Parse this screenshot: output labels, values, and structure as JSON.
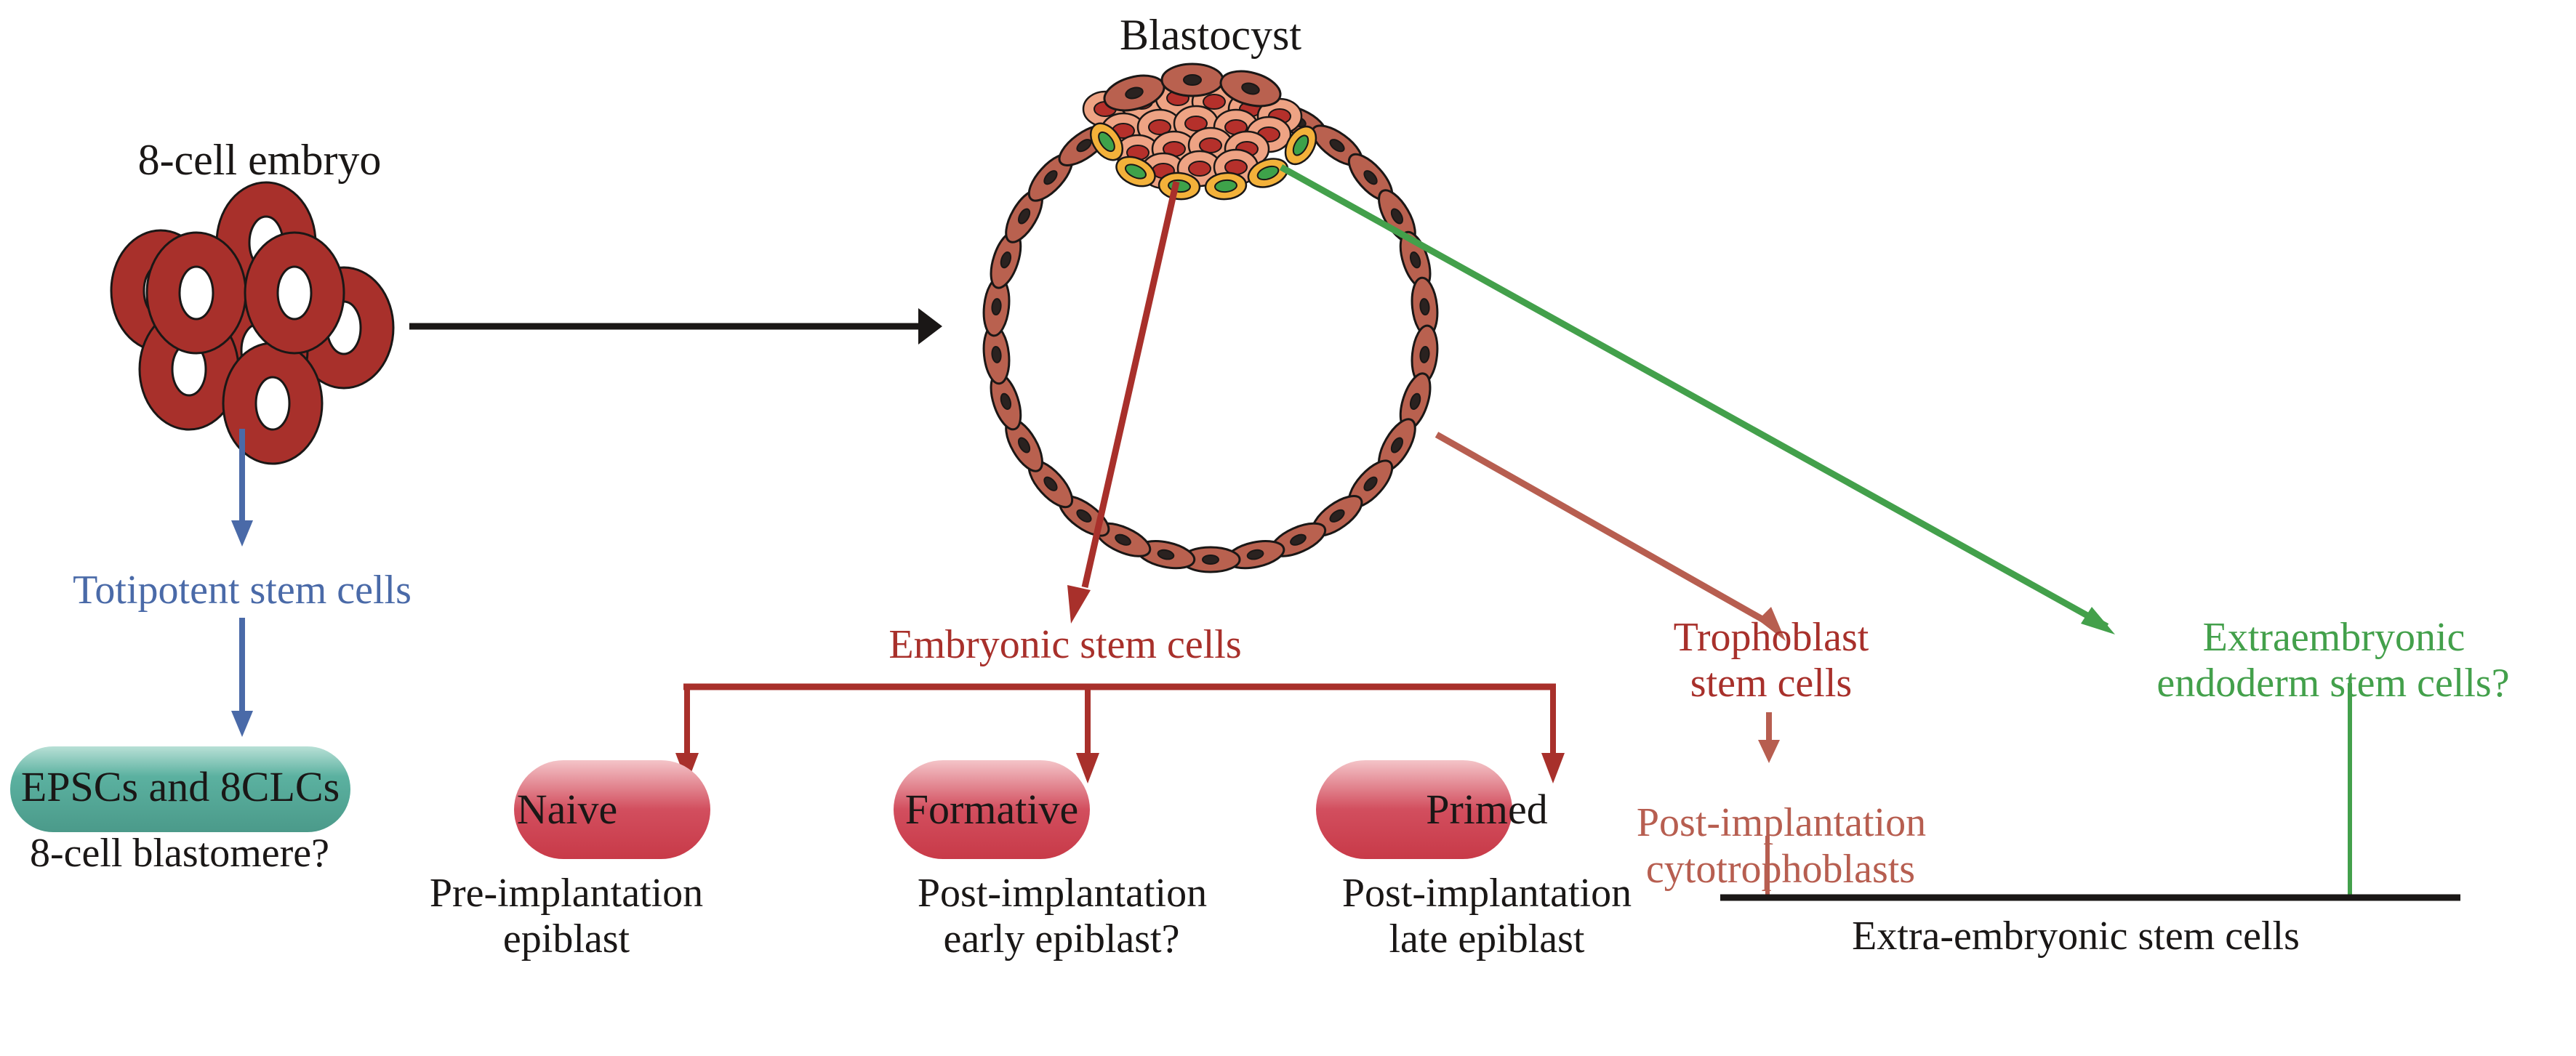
{
  "title": "Stem cell derivation from pre-implantation embryo",
  "colors": {
    "black": "#1a1716",
    "blue": "#4a6aa8",
    "embryonic_red": "#a8302b",
    "trophoblast_red": "#b75e50",
    "green": "#43a04b",
    "teal_pill": "#4fa594",
    "red_pill": "#c94251",
    "cell_red": "#a8302b",
    "trophectoderm": "#b9614f",
    "icm_outer": "#eea384",
    "icm_nucleus": "#b5302b",
    "pe_outer": "#f3b13a",
    "pe_nucleus": "#3ea24a"
  },
  "stages": {
    "eight_cell": {
      "label": "8-cell embryo"
    },
    "blastocyst": {
      "label": "Blastocyst"
    }
  },
  "totipotent": {
    "label": "Totipotent stem cells",
    "pill_label": "EPSCs and 8CLCs",
    "caption": "8-cell blastomere?"
  },
  "embryonic": {
    "label": "Embryonic stem cells",
    "states": [
      {
        "name": "Naive",
        "caption_line1": "Pre-implantation",
        "caption_line2": "epiblast"
      },
      {
        "name": "Formative",
        "caption_line1": "Post-implantation",
        "caption_line2": "early epiblast?"
      },
      {
        "name": "Primed",
        "caption_line1": "Post-implantation",
        "caption_line2": "late epiblast"
      }
    ]
  },
  "trophoblast": {
    "label_line1": "Trophoblast",
    "label_line2": "stem cells",
    "derivative_line1": "Post-implantation",
    "derivative_line2": "cytotrophoblasts"
  },
  "extraembryonic_endoderm": {
    "label_line1": "Extraembryonic",
    "label_line2": "endoderm stem cells?"
  },
  "extra_embryonic_group": {
    "label": "Extra-embryonic stem cells"
  }
}
